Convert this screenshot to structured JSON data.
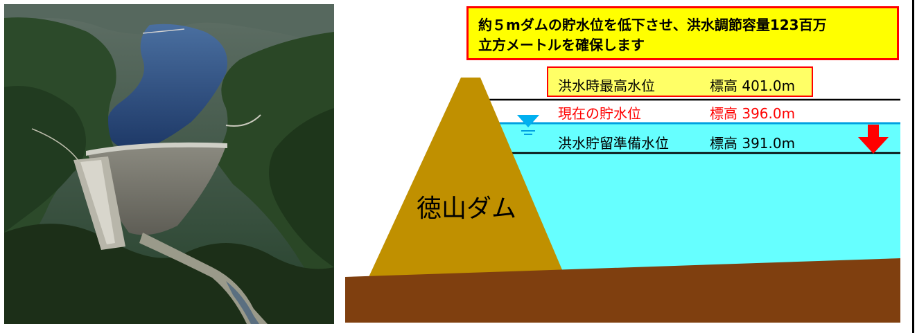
{
  "photo": {
    "subject": "aerial photograph of dam and reservoir"
  },
  "callout": {
    "line1": "約５mダムの貯水位を低下させ、洪水調節容量123百万",
    "line2": "立方メートルを確保します"
  },
  "levels": [
    {
      "name": "洪水時最高水位",
      "elevation": "標高 401.0m",
      "color": "#000000",
      "boxed": true
    },
    {
      "name": "現在の貯水位",
      "elevation": "標高 396.0m",
      "color": "#ff0000",
      "boxed": false
    },
    {
      "name": "洪水貯留準備水位",
      "elevation": "標高 391.0m",
      "color": "#000000",
      "boxed": false
    }
  ],
  "dam": {
    "label": "徳山ダム"
  },
  "colors": {
    "dam_body": "#c09000",
    "ground": "#7f3f0f",
    "water": "#66ffff",
    "water_line": "#00a0e0",
    "arrow": "#ff0000",
    "callout_bg": "#ffff00",
    "callout_border": "#ff0000"
  },
  "icons": {
    "water_level": "water-level-triangle-icon",
    "arrow": "down-arrow-icon"
  }
}
